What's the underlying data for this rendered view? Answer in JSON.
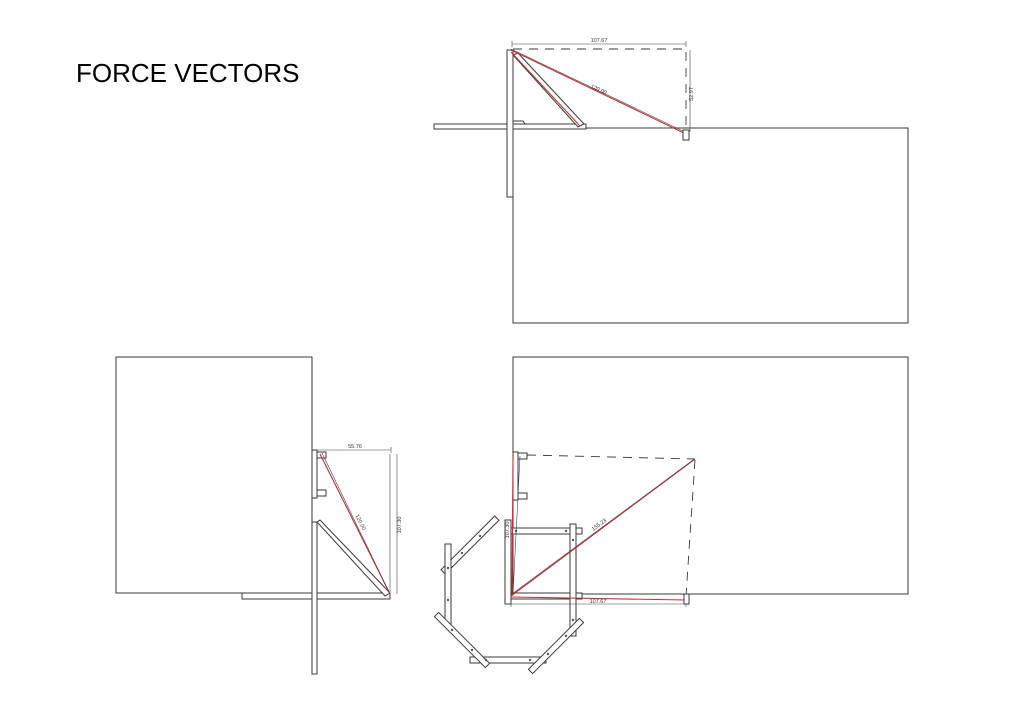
{
  "title": "FORCE VECTORS",
  "views": {
    "top": {
      "width": "107.67",
      "height": "52.97",
      "diagonal": "120.00"
    },
    "bottom_left": {
      "width": "55.76",
      "height": "107.30",
      "diagonal": "120.00"
    },
    "bottom_right": {
      "bottom": "107.67",
      "side": "107.30",
      "diagonal": "155.23"
    }
  },
  "colors": {
    "force": "#c0333a",
    "line": "#3a3a3a"
  }
}
